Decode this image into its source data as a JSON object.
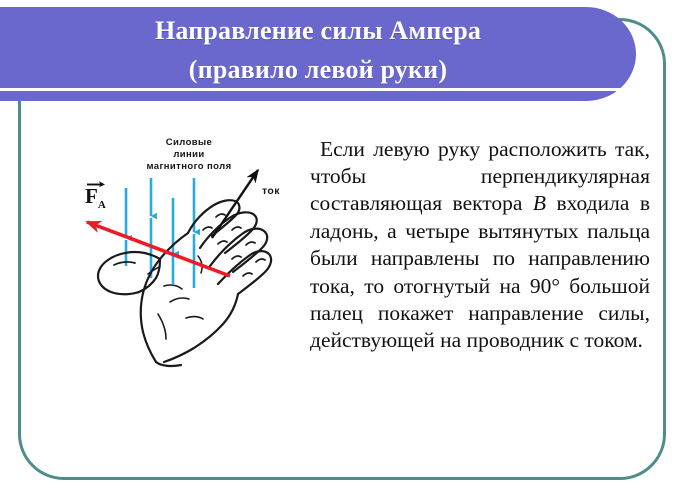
{
  "slide": {
    "title_line1": "Направление силы Ампера",
    "title_line2": "(правило левой руки)",
    "banner_color": "#6a67cd",
    "frame_color": "#4f8d8d",
    "background_color": "#ffffff"
  },
  "body": {
    "paragraph_part1": "Если левую руку расположить так, чтобы перпендикулярная составляющая вектора ",
    "vector_symbol": "B",
    "paragraph_part2": " входила в ладонь, а четыре вытянутых пальца были направлены по направлению тока, то отогнутый на 90° большой палец покажет направление силы, действующей на проводник с током.",
    "text_color": "#111111"
  },
  "diagram": {
    "label_field_lines": "Силовые\nлинии\nмагнитного поля",
    "label_field_lines_row1": "Силовые",
    "label_field_lines_row2": "линии",
    "label_field_lines_row3": "магнитного поля",
    "label_current": "ток",
    "label_force": "F",
    "label_force_subscript": "A",
    "field_arrow_color": "#29abe2",
    "force_arrow_color": "#ed1c24",
    "current_arrow_color": "#111111",
    "hand_outline_color": "#1a1a1a"
  }
}
